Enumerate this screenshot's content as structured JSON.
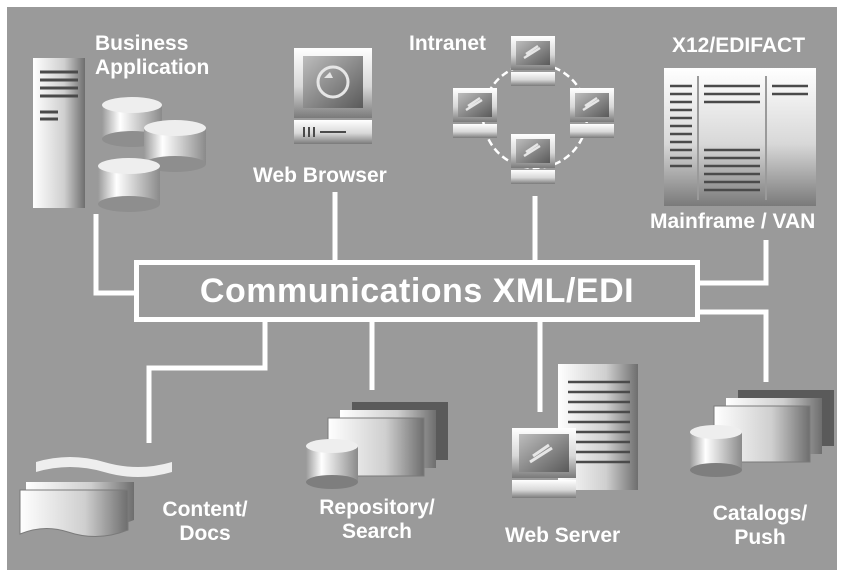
{
  "title": "Communications XML/EDI",
  "nodes": {
    "business_application": "Business\nApplication",
    "web_browser": "Web Browser",
    "intranet": "Intranet",
    "edifact": "X12/EDIFACT",
    "mainframe": "Mainframe / VAN",
    "content_docs": "Content/\nDocs",
    "repository_search": "Repository/\nSearch",
    "web_server": "Web Server",
    "catalogs_push": "Catalogs/\nPush"
  },
  "colors": {
    "background": "#9a9a9a",
    "line": "#ffffff",
    "icon_light": "#f2f2f2",
    "icon_dark": "#4a4a4a"
  }
}
